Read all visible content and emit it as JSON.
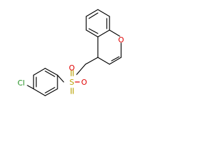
{
  "molecule": {
    "atoms": {
      "chlorine": "Cl",
      "sulfur": "S",
      "sulfonyl_oxygen_top": "O",
      "sulfonyl_oxygen_bottom": "O",
      "ring_oxygen": "O"
    },
    "colors": {
      "bond": "#000000",
      "chlorine": "#1f8f1f",
      "sulfur": "#b8a000",
      "oxygen": "#e00000"
    }
  }
}
